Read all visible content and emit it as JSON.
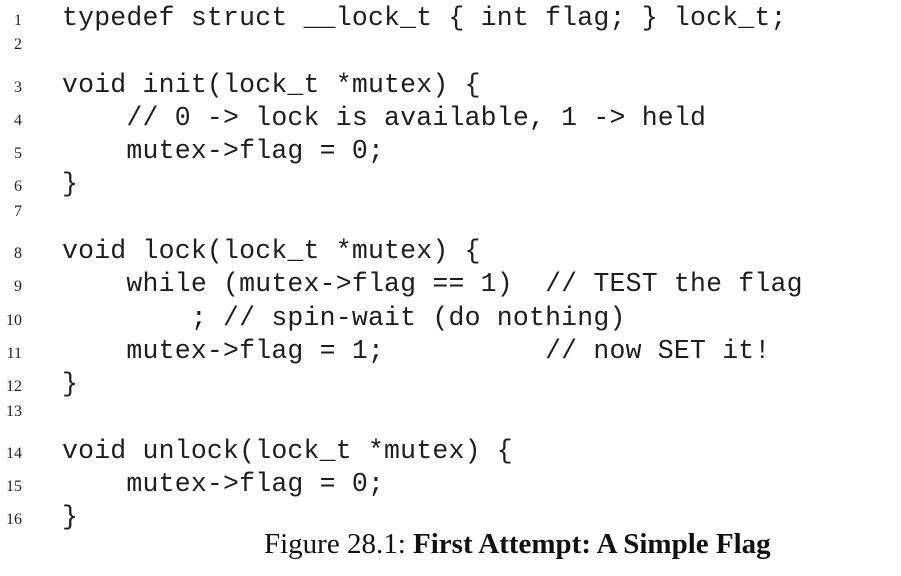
{
  "code": {
    "lines": [
      {
        "number": "1",
        "text": "typedef struct __lock_t { int flag; } lock_t;"
      },
      {
        "number": "2",
        "text": ""
      },
      {
        "number": "3",
        "text": "void init(lock_t *mutex) {"
      },
      {
        "number": "4",
        "text": "    // 0 -> lock is available, 1 -> held"
      },
      {
        "number": "5",
        "text": "    mutex->flag = 0;"
      },
      {
        "number": "6",
        "text": "}"
      },
      {
        "number": "7",
        "text": ""
      },
      {
        "number": "8",
        "text": "void lock(lock_t *mutex) {"
      },
      {
        "number": "9",
        "text": "    while (mutex->flag == 1)  // TEST the flag"
      },
      {
        "number": "10",
        "text": "        ; // spin-wait (do nothing)"
      },
      {
        "number": "11",
        "text": "    mutex->flag = 1;          // now SET it!"
      },
      {
        "number": "12",
        "text": "}"
      },
      {
        "number": "13",
        "text": ""
      },
      {
        "number": "14",
        "text": "void unlock(lock_t *mutex) {"
      },
      {
        "number": "15",
        "text": "    mutex->flag = 0;"
      },
      {
        "number": "16",
        "text": "}"
      }
    ]
  },
  "caption": {
    "label": "Figure 28.1: ",
    "title": "First Attempt: A Simple Flag"
  }
}
